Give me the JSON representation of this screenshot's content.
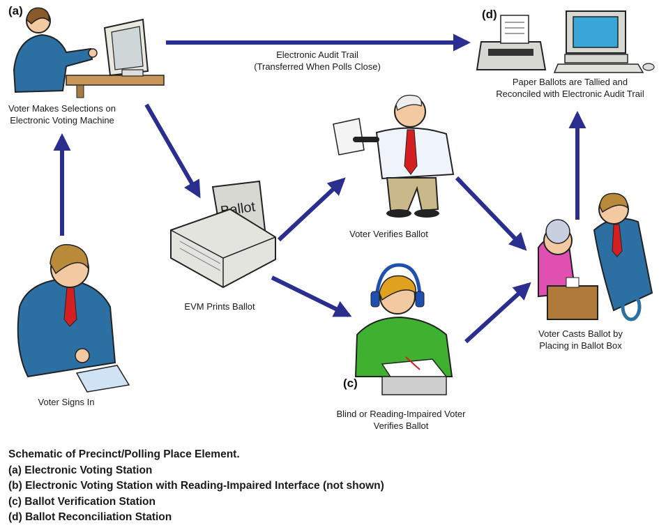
{
  "tags": {
    "a": "(a)",
    "c": "(c)",
    "d": "(d)"
  },
  "labels": {
    "voter_selections": [
      "Voter Makes Selections on",
      "Electronic Voting Machine"
    ],
    "audit_trail": [
      "Electronic Audit Trail",
      "(Transferred When Polls Close)"
    ],
    "tallied": [
      "Paper Ballots are Tallied and",
      "Reconciled with Electronic Audit Trail"
    ],
    "verifies": "Voter Verifies Ballot",
    "evm_prints": "EVM Prints Ballot",
    "signs_in": "Voter Signs In",
    "blind": [
      "Blind or Reading-Impaired Voter",
      "Verifies Ballot"
    ],
    "casts": [
      "Voter Casts Ballot by",
      "Placing in Ballot Box"
    ],
    "printer_ballot": "Ballot"
  },
  "caption": [
    "Schematic of Precinct/Polling Place Element.",
    "(a) Electronic Voting Station",
    "(b) Electronic Voting Station with Reading-Impaired Interface (not shown)",
    "(c) Ballot Verification Station",
    "(d) Ballot Reconciliation Station"
  ],
  "colors": {
    "arrow": "#2a2f8f",
    "suit": "#2b6fa3",
    "tie": "#d42020",
    "skin": "#f2c9a0",
    "hair": "#b88a3a"
  }
}
